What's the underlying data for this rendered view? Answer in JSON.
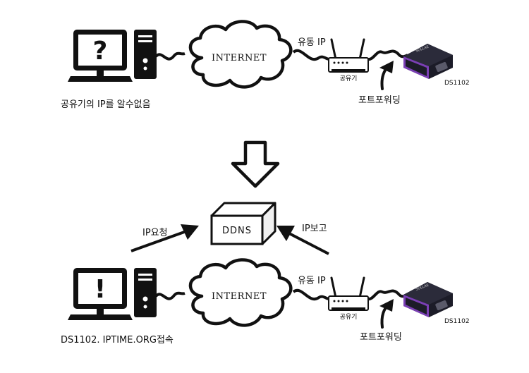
{
  "top": {
    "computer_symbol": "?",
    "cloud_label": "INTERNET",
    "dynamic_ip_label": "유동 IP",
    "router_label": "공유기",
    "device_label": "DS1102",
    "port_forwarding_label": "포트포워딩",
    "computer_caption": "공유기의 IP를 알수없음"
  },
  "bottom": {
    "computer_symbol": "!",
    "cloud_label": "INTERNET",
    "dynamic_ip_label": "유동 IP",
    "router_label": "공유기",
    "device_label": "DS1102",
    "port_forwarding_label": "포트포워딩",
    "computer_caption": "DS1102. IPTIME.ORG접속"
  },
  "middle": {
    "ddns_label": "DDNS",
    "ip_request_label": "IP요청",
    "ip_report_label": "IP보고"
  },
  "colors": {
    "line": "#111111",
    "device_body": "#1c1c28",
    "device_accent": "#7b3fb5"
  }
}
